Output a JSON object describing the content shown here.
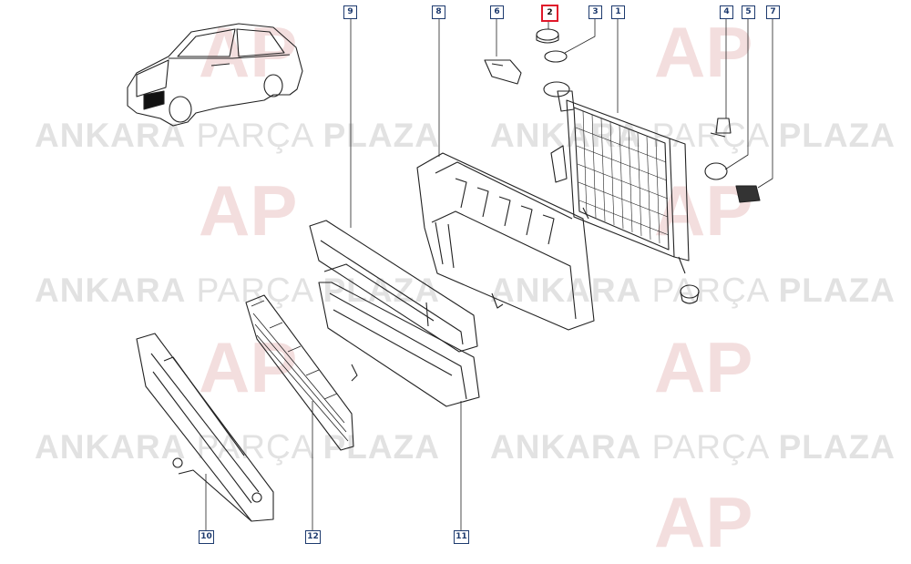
{
  "watermark": {
    "brand_bold_1": "ANKARA",
    "brand_light": "PARÇA",
    "brand_bold_2": "PLAZA",
    "logo_text": "AP"
  },
  "callouts": [
    {
      "id": "c1",
      "label": "1",
      "highlighted": false
    },
    {
      "id": "c2",
      "label": "2",
      "highlighted": true
    },
    {
      "id": "c3",
      "label": "3",
      "highlighted": false
    },
    {
      "id": "c4",
      "label": "4",
      "highlighted": false
    },
    {
      "id": "c5",
      "label": "5",
      "highlighted": false
    },
    {
      "id": "c6",
      "label": "6",
      "highlighted": false
    },
    {
      "id": "c7",
      "label": "7",
      "highlighted": false
    },
    {
      "id": "c8",
      "label": "8",
      "highlighted": false
    },
    {
      "id": "c9",
      "label": "9",
      "highlighted": false
    },
    {
      "id": "c10",
      "label": "10",
      "highlighted": false
    },
    {
      "id": "c11",
      "label": "11",
      "highlighted": false
    },
    {
      "id": "c12",
      "label": "12",
      "highlighted": false
    }
  ],
  "colors": {
    "callout_border": "#1d3a6e",
    "highlight": "#e0182a",
    "line_art": "#222222",
    "watermark": "#e2e2e2"
  }
}
